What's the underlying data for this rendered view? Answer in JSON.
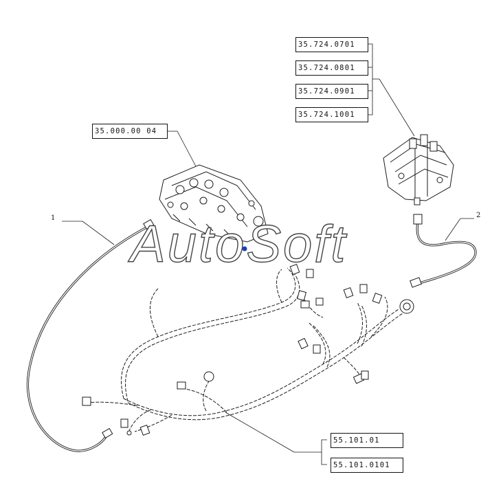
{
  "references": {
    "valve_group": [
      "35.724.0701",
      "35.724.0801",
      "35.724.0901",
      "35.724.1001"
    ],
    "valve_block": "35.000.00 04",
    "harness": [
      "55.101.01",
      "55.101.0101"
    ]
  },
  "callouts": {
    "item_1": "1",
    "item_2": "2"
  },
  "watermark": {
    "text": "AutoSoft",
    "color": "#444444"
  },
  "colors": {
    "line": "#1a1a1a",
    "background": "#ffffff",
    "accent": "#1a3fbf"
  }
}
